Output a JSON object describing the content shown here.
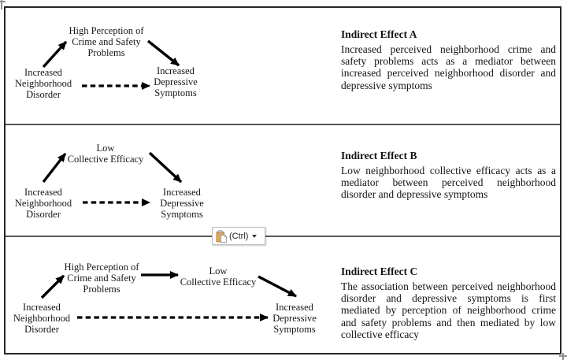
{
  "figure": {
    "panels": [
      {
        "key": "a",
        "title": "Indirect Effect A",
        "description": "Increased perceived neighborhood crime and safety problems acts as a mediator between increased perceived neighborhood disorder and depressive symptoms",
        "nodes": {
          "predictor": "Increased\nNeighborhood\nDisorder",
          "mediator": "High Perception of\nCrime and Safety\nProblems",
          "outcome": "Increased\nDepressive\nSymptoms"
        }
      },
      {
        "key": "b",
        "title": "Indirect Effect B",
        "description": "Low neighborhood collective efficacy acts as a mediator between perceived neighborhood disorder and depressive symptoms",
        "nodes": {
          "predictor": "Increased\nNeighborhood\nDisorder",
          "mediator": "Low\nCollective Efficacy",
          "outcome": "Increased\nDepressive\nSymptoms"
        }
      },
      {
        "key": "c",
        "title": "Indirect Effect C",
        "description": "The association between perceived neighborhood disorder and depressive symptoms is first mediated by perception of neighborhood crime and safety problems and then mediated by low collective efficacy",
        "nodes": {
          "predictor": "Increased\nNeighborhood\nDisorder",
          "mediator1": "High Perception of\nCrime and Safety\nProblems",
          "mediator2": "Low\nCollective Efficacy",
          "outcome": "Increased\nDepressive\nSymptoms"
        }
      }
    ],
    "paste_button": {
      "label": "(Ctrl)"
    },
    "colors": {
      "frame_border": "#262626",
      "divider": "#565656",
      "arrow": "#000000",
      "paste_button_border": "#bdbdbd",
      "clipboard_tan": "#e2a658",
      "clipboard_outline": "#b5813a"
    }
  }
}
